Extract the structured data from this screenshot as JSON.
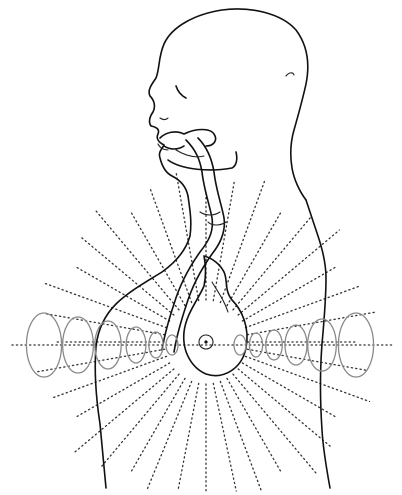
{
  "figure": {
    "subject": "head-and-torso-outline-with-digestive-tract",
    "colors": {
      "line": "#111111",
      "rays": "#333333",
      "waves": "#8a8a8a",
      "background": "#ffffff"
    },
    "icons": [
      "head-outline",
      "esophagus-tube",
      "stomach-shape",
      "radiating-dotted-rays",
      "spiral-waves"
    ]
  }
}
